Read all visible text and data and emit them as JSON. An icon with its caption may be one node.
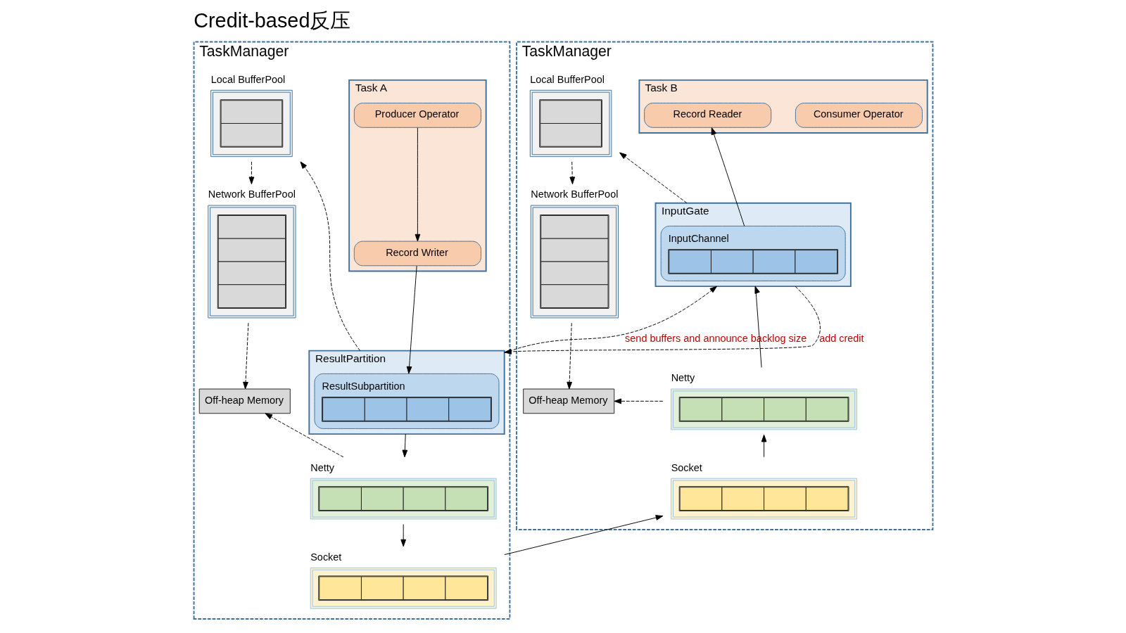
{
  "diagram": {
    "title": "Credit-based反压",
    "nodes": [
      {
        "text": [
          "TaskManager"
        ]
      },
      {
        "text": [
          "Local BufferPool"
        ],
        "in": 0
      },
      {
        "text": [
          "Network BufferPool"
        ],
        "in": 0
      },
      {
        "text": [
          "Off-heap Memory"
        ],
        "in": 0
      },
      {
        "text": [
          "Task A"
        ],
        "in": 0
      },
      {
        "text": [
          "Producer Operator"
        ],
        "in": 4
      },
      {
        "text": [
          "Record Writer"
        ],
        "in": 4
      },
      {
        "text": [
          "ResultPartition"
        ],
        "in": 0
      },
      {
        "text": [
          "ResultSubpartition"
        ],
        "in": 7
      },
      {
        "text": [
          "Netty"
        ],
        "in": 0
      },
      {
        "text": [
          "Socket"
        ],
        "in": 0
      },
      {
        "text": [
          "TaskManager"
        ]
      },
      {
        "text": [
          "Task B"
        ],
        "in": 11
      },
      {
        "text": [
          "Consumer Operator"
        ],
        "in": 12
      },
      {
        "text": [
          "Record Reader"
        ],
        "in": 12
      },
      {
        "text": [
          "InputGate"
        ],
        "in": 11
      },
      {
        "text": [
          "InputChannel"
        ],
        "in": 15
      },
      {
        "text": [
          "Netty"
        ],
        "in": 11
      },
      {
        "text": [
          "Socket"
        ],
        "in": 11
      },
      {
        "text": [
          "Local BufferPool"
        ],
        "in": 11
      },
      {
        "text": [
          "Network BufferPool"
        ],
        "in": 11
      },
      {
        "text": [
          "Off-heap Memory"
        ],
        "in": 11
      }
    ],
    "edges": [
      {
        "from": 5,
        "to": 6,
        "arrow": "to"
      },
      {
        "from": 6,
        "to": 8,
        "arrow": "to"
      },
      {
        "from": 7,
        "to": 9,
        "arrow": "to"
      },
      {
        "from": 9,
        "to": 10,
        "arrow": "to"
      },
      {
        "from": 7,
        "to": 1,
        "arrow": "to",
        "style": "dashed"
      },
      {
        "from": 1,
        "to": 2,
        "arrow": "to",
        "style": "dashed"
      },
      {
        "from": 2,
        "to": 3,
        "arrow": "to",
        "style": "dashed"
      },
      {
        "from": 9,
        "to": 3,
        "arrow": "to",
        "style": "dashed"
      },
      {
        "from": 7,
        "to": 15,
        "arrow": "to",
        "style": "dashed",
        "label": "send buffers and announce backlog size"
      },
      {
        "from": 15,
        "to": 7,
        "arrow": "to",
        "style": "dashed",
        "label": "add credit"
      },
      {
        "from": 10,
        "to": 18,
        "arrow": "to"
      },
      {
        "from": 18,
        "to": 17,
        "arrow": "to"
      },
      {
        "from": 17,
        "to": 15,
        "arrow": "to"
      },
      {
        "from": 16,
        "to": 14,
        "arrow": "to"
      },
      {
        "from": 15,
        "to": 19,
        "arrow": "to",
        "style": "dashed"
      },
      {
        "from": 19,
        "to": 20,
        "arrow": "to",
        "style": "dashed"
      },
      {
        "from": 20,
        "to": 21,
        "arrow": "to",
        "style": "dashed"
      },
      {
        "from": 17,
        "to": 21,
        "arrow": "to",
        "style": "dashed"
      }
    ]
  }
}
